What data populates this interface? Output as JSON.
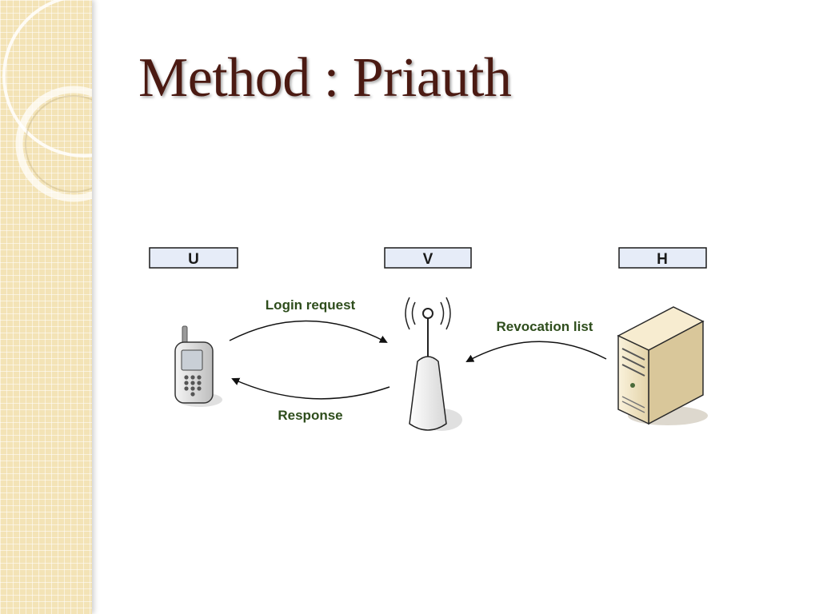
{
  "slide": {
    "title": "Method : Priauth"
  },
  "diagram": {
    "nodes": [
      {
        "id": "U",
        "label": "U",
        "icon": "mobile-phone-icon"
      },
      {
        "id": "V",
        "label": "V",
        "icon": "wireless-access-point-icon"
      },
      {
        "id": "H",
        "label": "H",
        "icon": "server-tower-icon"
      }
    ],
    "edges": [
      {
        "from": "U",
        "to": "V",
        "label": "Login request"
      },
      {
        "from": "V",
        "to": "U",
        "label": "Response"
      },
      {
        "from": "H",
        "to": "V",
        "label": "Revocation list"
      }
    ]
  },
  "colors": {
    "title": "#4b1a12",
    "edge_label": "#2e4d1c",
    "node_box_fill": "#e6ecf8",
    "sidebar": "#f3e3b6"
  }
}
